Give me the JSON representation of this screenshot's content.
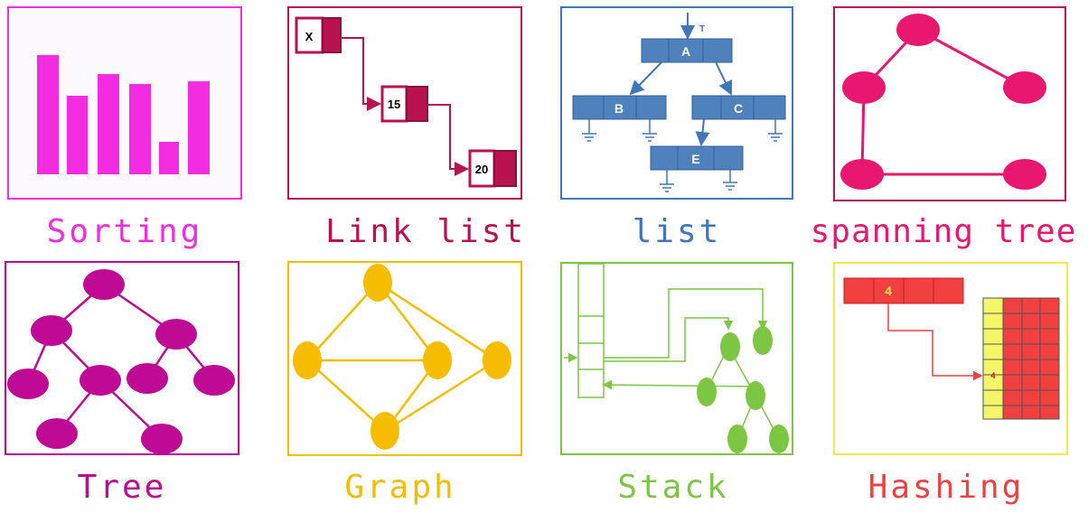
{
  "colors": {
    "sorting": "#f22ce0",
    "linklist": "#b8134e",
    "list": "#3f77b9",
    "spanning": "#e8176f",
    "tree": "#be0a95",
    "graph": "#f5bc00",
    "stack": "#7cc644",
    "hashing": "#f04040",
    "hash_border": "#efe94b"
  },
  "captions": {
    "sorting": "Sorting",
    "linklist": "Link list",
    "list": "list",
    "spanning": "spanning tree",
    "tree": "Tree",
    "graph": "Graph",
    "stack": "Stack",
    "hashing": "Hashing"
  },
  "linklist": {
    "nodes": [
      "X",
      "15",
      "20"
    ]
  },
  "list": {
    "nodes": [
      "A",
      "B",
      "C",
      "E"
    ],
    "top_marker": "T"
  },
  "hashing": {
    "key": "4",
    "slot": "4"
  }
}
